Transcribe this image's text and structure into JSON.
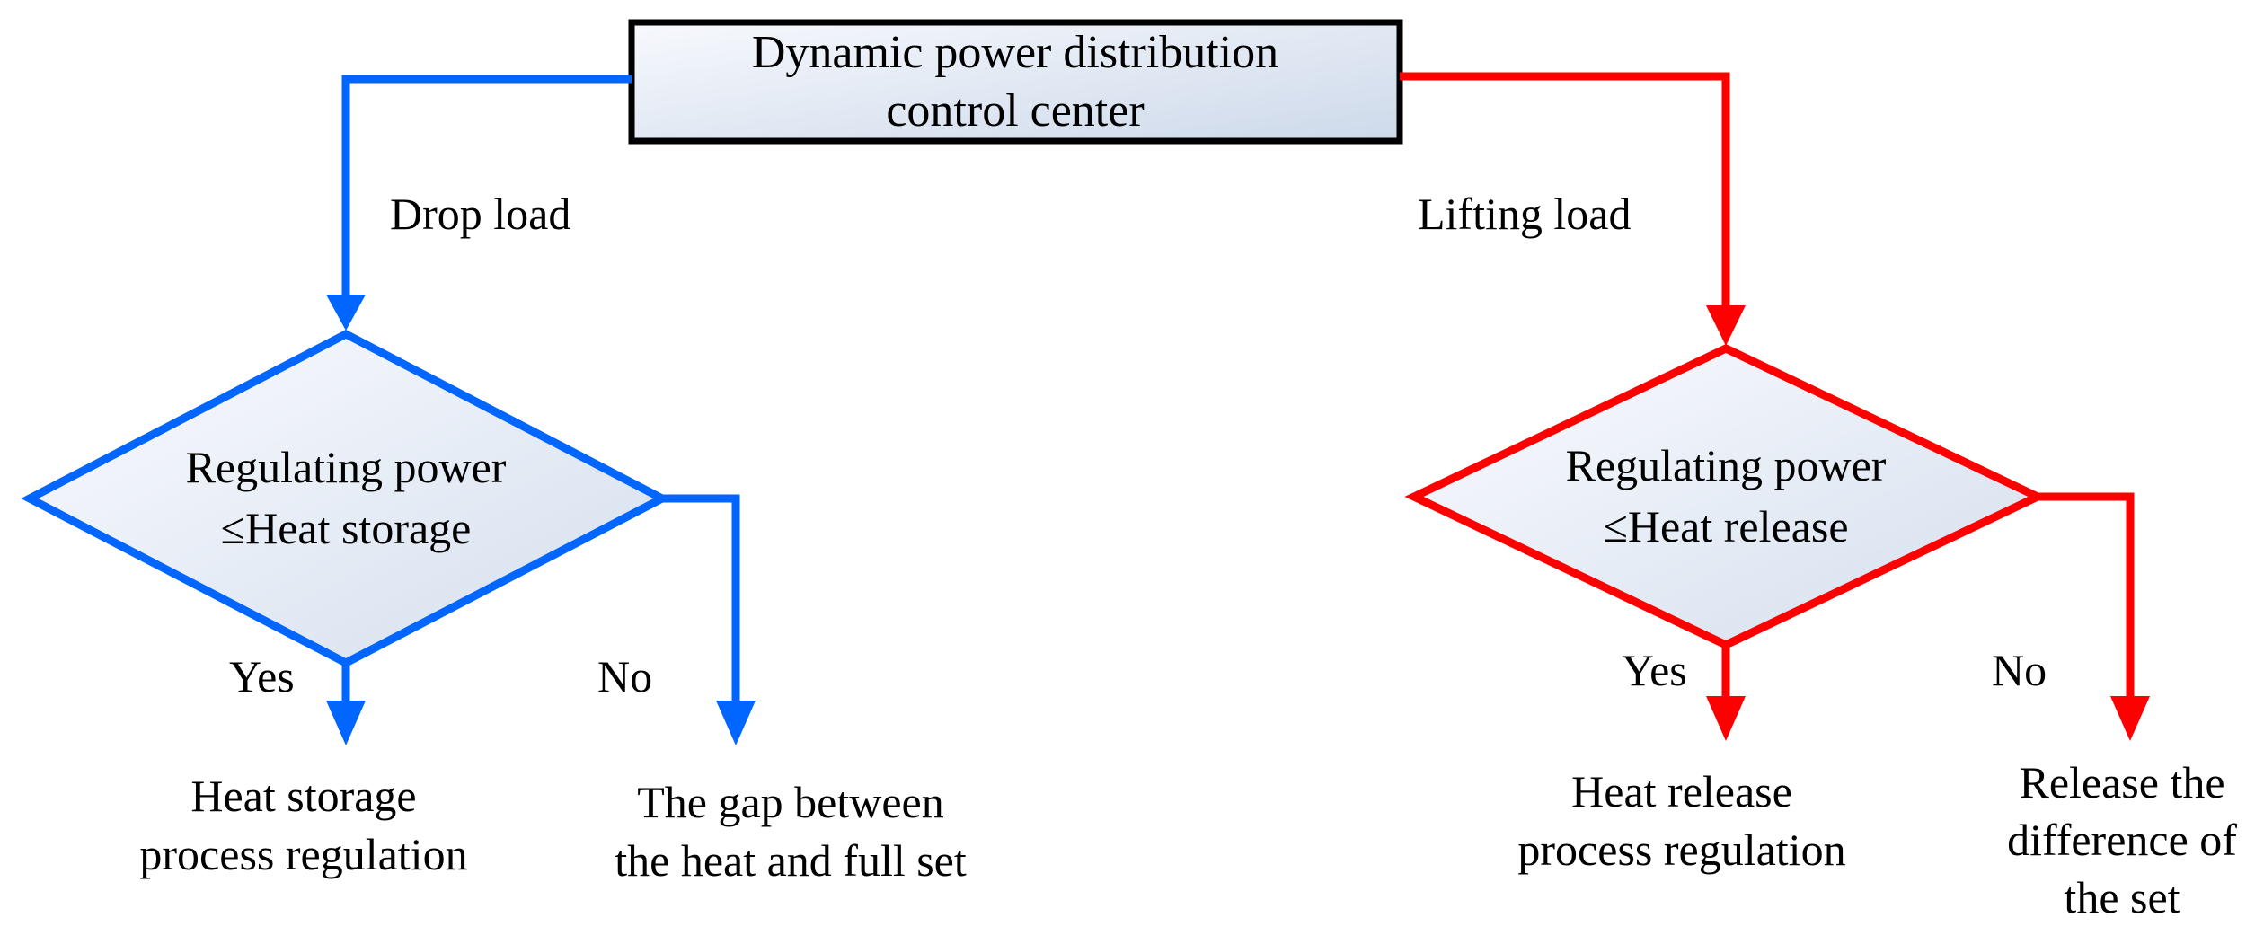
{
  "colors": {
    "left_branch": "#0066ff",
    "right_branch": "#ff0000",
    "box_fill_light": "#f7f9fd",
    "box_fill_dark": "#cdd9ea",
    "box_stroke": "#000000"
  },
  "top_box": {
    "line1": "Dynamic power distribution",
    "line2": "control center"
  },
  "left_branch": {
    "edge_label": "Drop load",
    "decision": {
      "line1": "Regulating power",
      "line2": "≤Heat storage"
    },
    "yes_label": "Yes",
    "no_label": "No",
    "yes_outcome": {
      "line1": "Heat storage",
      "line2": "process regulation"
    },
    "no_outcome": {
      "line1": "The gap between",
      "line2": "the heat and full set"
    }
  },
  "right_branch": {
    "edge_label": "Lifting load",
    "decision": {
      "line1": "Regulating power",
      "line2": "≤Heat release"
    },
    "yes_label": "Yes",
    "no_label": "No",
    "yes_outcome": {
      "line1": "Heat release",
      "line2": "process regulation"
    },
    "no_outcome": {
      "line1": "Release the",
      "line2": "difference of",
      "line3": "the set"
    }
  }
}
